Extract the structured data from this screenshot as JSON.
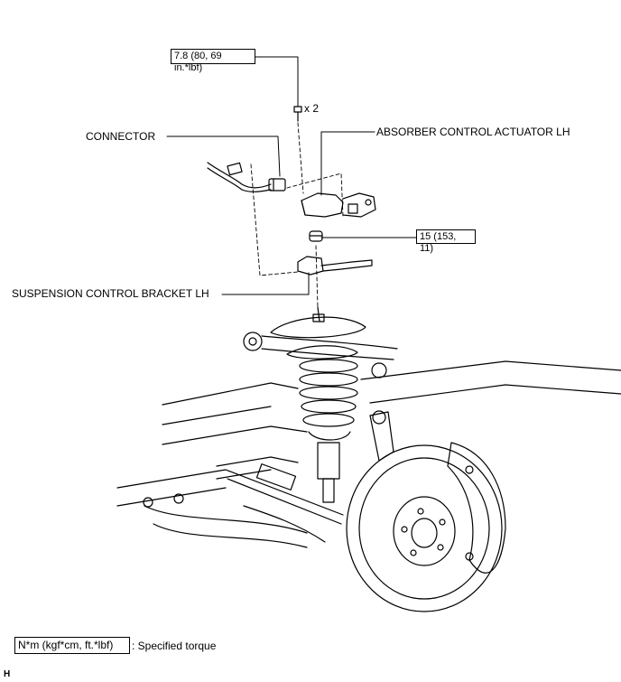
{
  "torque_top": "7.8 (80, 69 in.*lbf)",
  "quantity": "x 2",
  "torque_nut": "15 (153, 11)",
  "label_connector": "CONNECTOR",
  "label_actuator": "ABSORBER CONTROL ACTUATOR LH",
  "label_bracket": "SUSPENSION CONTROL BRACKET LH",
  "legend_unit": "N*m (kgf*cm, ft.*lbf)",
  "legend_text": ": Specified torque",
  "corner_mark": "H"
}
